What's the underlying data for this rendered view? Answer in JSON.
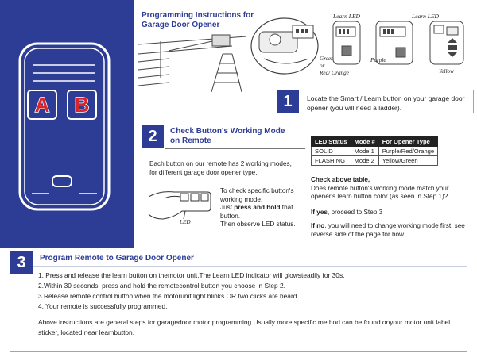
{
  "programming": {
    "title_line1": "Programming Instructions for",
    "title_line2": "Garage Door Opener"
  },
  "remote": {
    "button_a": "A",
    "button_b": "B"
  },
  "diagram": {
    "learn_led_1": "Learn LED",
    "learn_led_2": "Learn LED",
    "color_green": "Green",
    "color_or": "or",
    "color_red_orange": "Red/ Orange",
    "color_purple": "Purple",
    "color_yellow": "Yellow"
  },
  "step1": {
    "number": "1",
    "text": "Locate the Smart / Learn button on your garage door opener (you will need a ladder)."
  },
  "step2": {
    "number": "2",
    "title_line1": "Check Button's Working Mode",
    "title_line2": "on Remote",
    "intro": "Each button on our remote has 2 working modes, for different garage door opener type.",
    "check_1": "To check specific button's working mode.",
    "check_2a": "Just ",
    "check_2b": "press and hold",
    "check_2c": " that button.",
    "check_3": "Then observe LED status.",
    "led_label": "LED",
    "table": {
      "headers": [
        "LED Status",
        "Mode #",
        "For Opener Type"
      ],
      "rows": [
        [
          "SOLID",
          "Mode 1",
          "Purple/Red/Orange"
        ],
        [
          "FLASHING",
          "Mode 2",
          "Yellow/Green"
        ]
      ]
    },
    "check_table_bold": "Check above table,",
    "check_table_text": "Does remote button's working mode match your opener's learn button color (as seen in Step 1)?",
    "if_yes_bold": "If yes",
    "if_yes_text": ", proceed to Step 3",
    "if_no_bold": "If no",
    "if_no_text": ", you will need to change working mode first, see reverse side of the page for how."
  },
  "step3": {
    "number": "3",
    "title": "Program Remote to Garage Door  Opener",
    "items": [
      "1. Press and release the learn button on themotor unit.The Learn LED indicator will glowsteadily for 30s.",
      "2.Within 30 seconds, press and hold the remotecontrol button you choose in Step 2.",
      "3.Release remote control button when the motorunit light blinks OR two clicks are heard.",
      "4. Your remote is successfully programmed."
    ],
    "note": "Above instructions are general steps for garagedoor motor programming.Usually more specific method can be found onyour motor unit label sticker, located near learnbutton."
  },
  "colors": {
    "brand_blue": "#2d3d96",
    "button_red": "#d9262a"
  }
}
